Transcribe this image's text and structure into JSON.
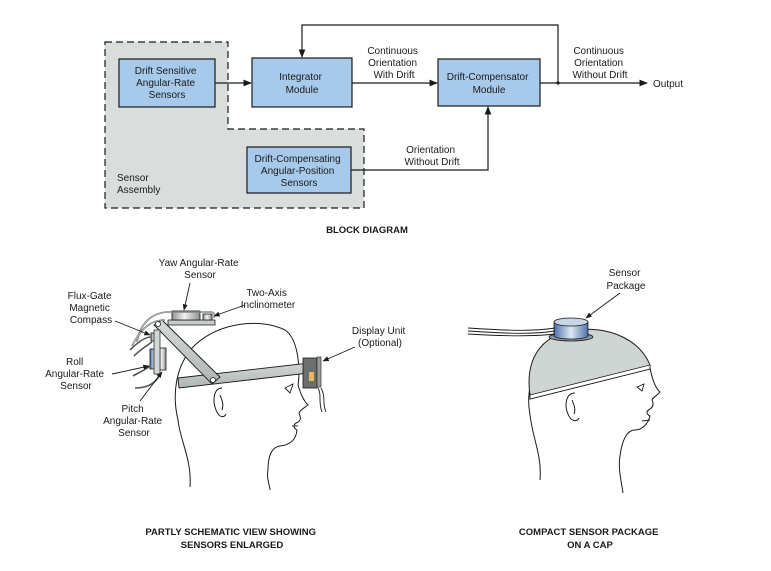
{
  "block_diagram": {
    "title": "BLOCK DIAGRAM",
    "sensor_assembly": {
      "label_lines": [
        "Sensor",
        "Assembly"
      ]
    },
    "blocks": [
      {
        "id": "drift-sensitive",
        "lines": [
          "Drift Sensitive",
          "Angular-Rate",
          "Sensors"
        ]
      },
      {
        "id": "integrator",
        "lines": [
          "Integrator",
          "Module"
        ]
      },
      {
        "id": "drift-compensator",
        "lines": [
          "Drift-Compensator",
          "Module"
        ]
      },
      {
        "id": "drift-compensating",
        "lines": [
          "Drift-Compensating",
          "Angular-Position",
          "Sensors"
        ]
      }
    ],
    "signals": {
      "with_drift": [
        "Continuous",
        "Orientation",
        "With Drift"
      ],
      "without_drift_out": [
        "Continuous",
        "Orientation",
        "Without Drift"
      ],
      "orientation_without_drift": [
        "Orientation",
        "Without Drift"
      ],
      "output": "Output"
    },
    "colors": {
      "block_fill": "#a7c9ea",
      "assembly_fill": "#d9dddb"
    }
  },
  "left_figure": {
    "caption": [
      "PARTLY SCHEMATIC VIEW SHOWING",
      "SENSORS ENLARGED"
    ],
    "callouts": {
      "yaw": [
        "Yaw Angular-Rate",
        "Sensor"
      ],
      "inclinometer": [
        "Two-Axis",
        "Inclinometer"
      ],
      "compass": [
        "Flux-Gate",
        "Magnetic",
        "Compass"
      ],
      "roll": [
        "Roll",
        "Angular-Rate",
        "Sensor"
      ],
      "pitch": [
        "Pitch",
        "Angular-Rate",
        "Sensor"
      ],
      "display": [
        "Display Unit",
        "(Optional)"
      ]
    }
  },
  "right_figure": {
    "caption": [
      "COMPACT SENSOR PACKAGE",
      "ON A CAP"
    ],
    "callouts": {
      "sensor_package": [
        "Sensor",
        "Package"
      ]
    },
    "colors": {
      "cap_fill": "#cfd5d2"
    }
  }
}
